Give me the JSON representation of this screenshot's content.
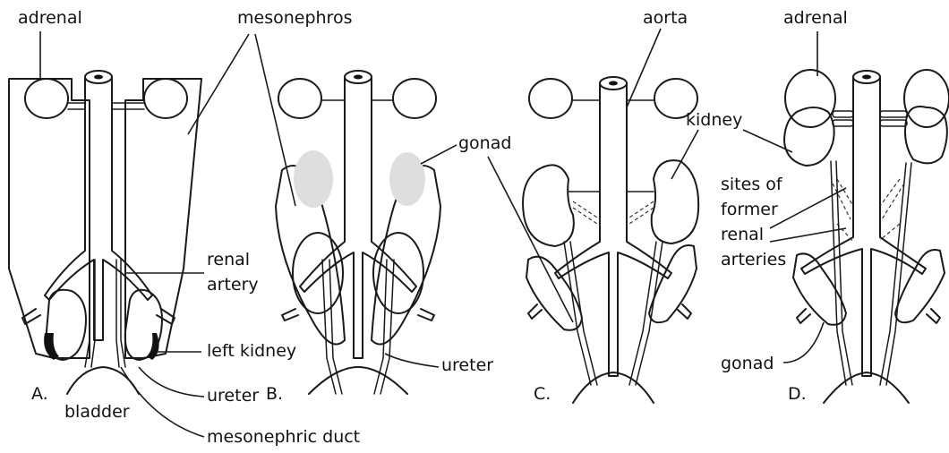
{
  "labels": {
    "adrenal_top_left": "adrenal",
    "mesonephros": "mesonephros",
    "aorta": "aorta",
    "adrenal_top_right": "adrenal",
    "gonad_b": "gonad",
    "kidney": "kidney",
    "sites_line1": "sites of",
    "sites_line2": "former",
    "sites_line3": "renal",
    "sites_line4": "arteries",
    "renal_line1": "renal",
    "renal_line2": "artery",
    "left_kidney": "left kidney",
    "ureter_left": "ureter",
    "ureter_b": "ureter",
    "gonad_d": "gonad",
    "bladder": "bladder",
    "mesonephric_duct": "mesonephric duct"
  },
  "panels": {
    "a": "A.",
    "b": "B.",
    "c": "C.",
    "d": "D."
  },
  "colors": {
    "mesonephros_fill": "#c9c9c9",
    "gonad_fill": "#dedede",
    "early_kidney_fill": "#9a9a9a",
    "kidney_fill": "#111111",
    "line": "#1a1a1a"
  }
}
